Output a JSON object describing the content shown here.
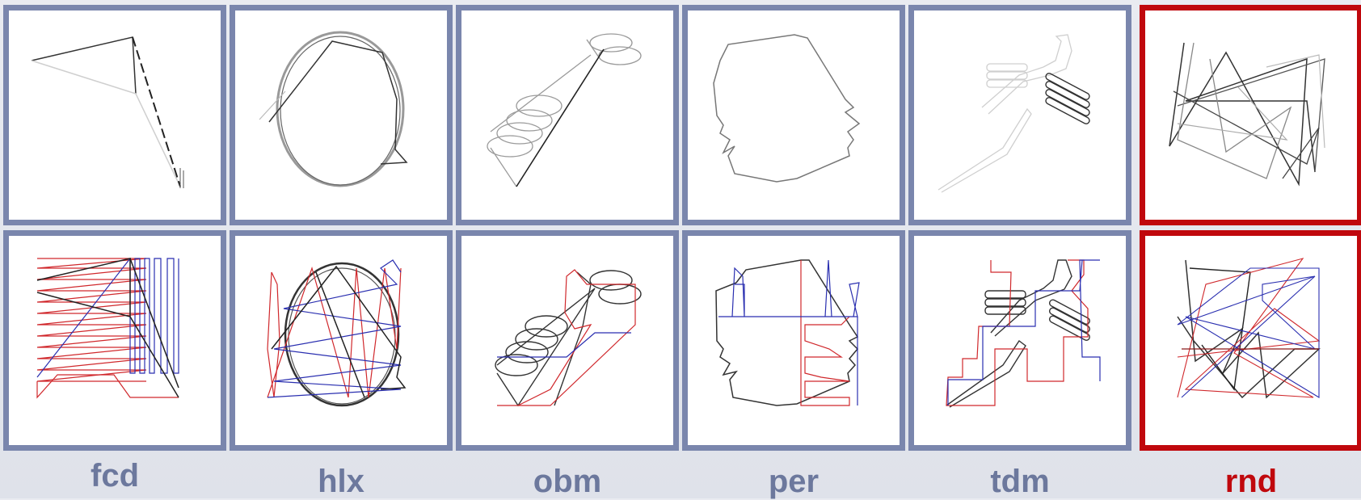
{
  "methods": [
    {
      "id": "fcd",
      "label": "fcd",
      "highlight": false
    },
    {
      "id": "hlx",
      "label": "hlx",
      "highlight": false
    },
    {
      "id": "obm",
      "label": "obm",
      "highlight": false
    },
    {
      "id": "per",
      "label": "per",
      "highlight": false
    },
    {
      "id": "tdm",
      "label": "tdm",
      "highlight": false
    },
    {
      "id": "rnd",
      "label": "rnd",
      "highlight": true
    }
  ],
  "colors": {
    "panel_border": "#7a86ad",
    "highlight_border": "#c0080d",
    "label": "#6c789d",
    "highlight_label": "#c0080d",
    "path_black": "#222222",
    "path_red": "#d0282c",
    "path_blue": "#2a2fb0"
  }
}
